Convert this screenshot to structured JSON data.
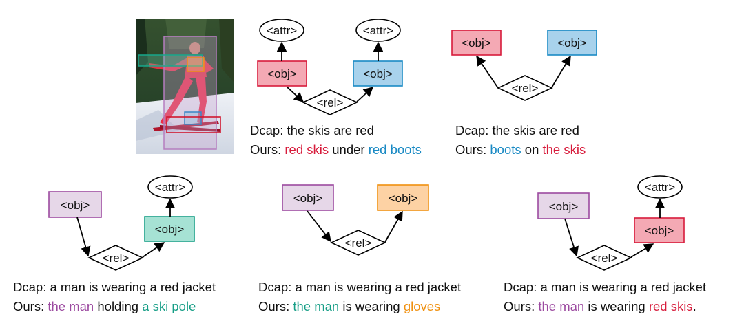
{
  "node_labels": {
    "attr": "<attr>",
    "obj": "<obj>",
    "rel": "<rel>"
  },
  "colors": {
    "red": "#d71b3b",
    "red_fill": "#f4a9b4",
    "blue": "#1a8ac4",
    "blue_fill": "#a8d2ec",
    "purple": "#9c4aa0",
    "purple_fill": "#e6d7e8",
    "teal": "#169e86",
    "teal_fill": "#a6e2d4",
    "orange": "#f0900f",
    "orange_fill": "#fdd2a4"
  },
  "photo": {
    "description_icon": "skier-photo"
  },
  "panels": [
    {
      "dcap": "Dcap: the skis are red",
      "ours": [
        {
          "text": "Ours: ",
          "color": "default"
        },
        {
          "text": "red skis",
          "color": "red"
        },
        {
          "text": " under ",
          "color": "default"
        },
        {
          "text": "red boots",
          "color": "blue"
        }
      ]
    },
    {
      "dcap": "Dcap: the skis are red",
      "ours": [
        {
          "text": "Ours: ",
          "color": "default"
        },
        {
          "text": "boots",
          "color": "blue"
        },
        {
          "text": " on ",
          "color": "default"
        },
        {
          "text": "the skis",
          "color": "red"
        }
      ]
    },
    {
      "dcap": "Dcap: a man is wearing a red jacket",
      "ours": [
        {
          "text": "Ours: ",
          "color": "default"
        },
        {
          "text": "the man",
          "color": "purple"
        },
        {
          "text": " holding ",
          "color": "default"
        },
        {
          "text": "a ski pole",
          "color": "teal"
        }
      ]
    },
    {
      "dcap": "Dcap: a man is wearing a red jacket",
      "ours": [
        {
          "text": "Ours: ",
          "color": "default"
        },
        {
          "text": "the man",
          "color": "teal"
        },
        {
          "text": " is wearing ",
          "color": "default"
        },
        {
          "text": "gloves",
          "color": "orange"
        }
      ]
    },
    {
      "dcap": "Dcap: a man is wearing a red jacket",
      "ours": [
        {
          "text": "Ours: ",
          "color": "default"
        },
        {
          "text": "the man",
          "color": "purple"
        },
        {
          "text": " is wearing ",
          "color": "default"
        },
        {
          "text": "red skis",
          "color": "red"
        },
        {
          "text": ".",
          "color": "default"
        }
      ]
    }
  ]
}
